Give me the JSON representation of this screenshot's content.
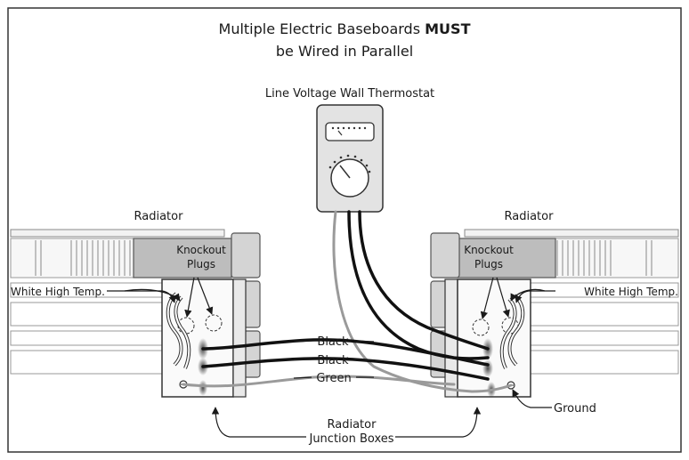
{
  "title": {
    "line1_prefix": "Multiple Electric Baseboards ",
    "line1_bold": "MUST",
    "line2": "be Wired in Parallel"
  },
  "labels": {
    "thermostat": "Line Voltage Wall Thermostat",
    "radiator_left": "Radiator",
    "radiator_right": "Radiator",
    "knockout_left_1": "Knockout",
    "knockout_left_2": "Plugs",
    "knockout_right_1": "Knockout",
    "knockout_right_2": "Plugs",
    "white_left": "White High Temp.",
    "white_right": "White High Temp.",
    "black_1": "Black",
    "black_2": "Black",
    "green": "Green",
    "ground": "Ground",
    "junction_1": "Radiator",
    "junction_2": "Junction Boxes"
  },
  "colors": {
    "line": "#1a1a1a",
    "border": "#333333",
    "wire_black": "#111111",
    "wire_green": "#9a9a9a",
    "panel_gray": "#bdbdbd",
    "fin_gray": "#e6e6e6"
  }
}
